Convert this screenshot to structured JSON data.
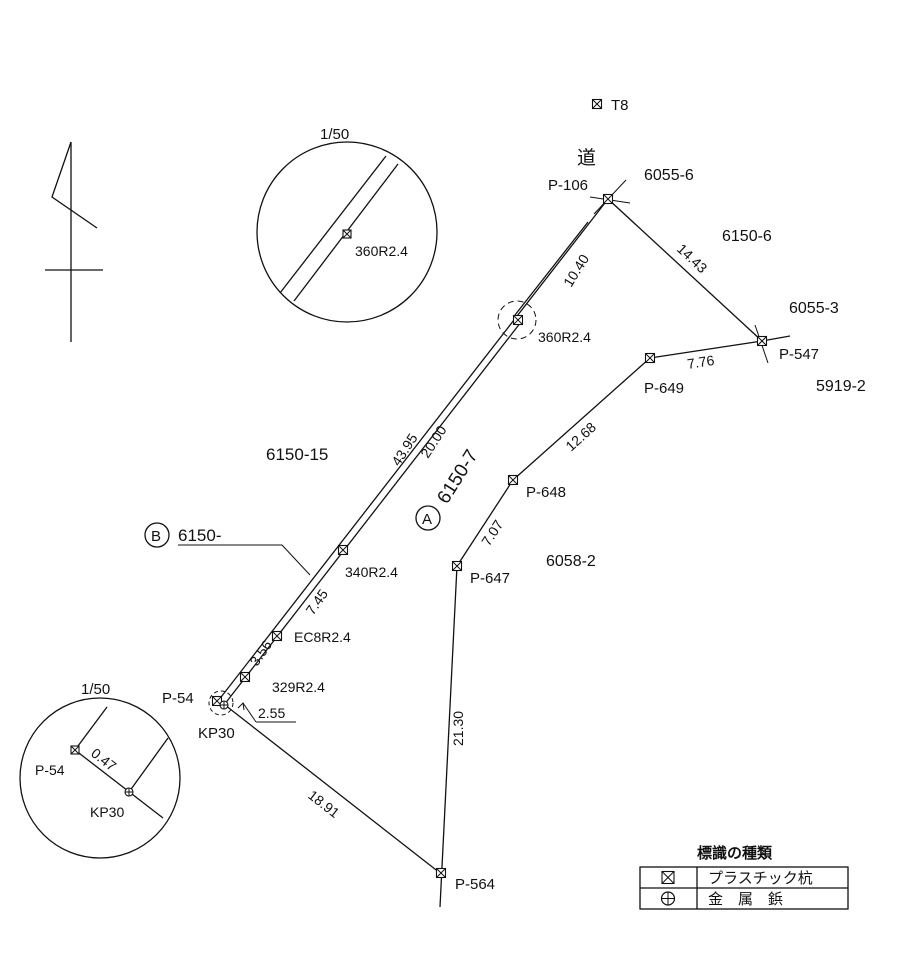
{
  "labels": {
    "t8": "T8",
    "road": "道",
    "p106": "P-106",
    "p547": "P-547",
    "p649": "P-649",
    "p648": "P-648",
    "p647": "P-647",
    "p564": "P-564",
    "p54": "P-54",
    "kp30": "KP30",
    "m360a": "360R2.4",
    "m340": "340R2.4",
    "ec8": "EC8R2.4",
    "m329": "329R2.4",
    "lot_6055_6": "6055-6",
    "lot_6150_6": "6150-6",
    "lot_6055_3": "6055-3",
    "lot_5919_2": "5919-2",
    "lot_6150_15": "6150-15",
    "lot_6150_7": "6150-7",
    "lot_6058_2": "6058-2",
    "lot_6150_b": "6150-",
    "circle_a": "A",
    "circle_b": "B"
  },
  "distances": {
    "d1040": "10.40",
    "d1443": "14.43",
    "d776": "7.76",
    "d1268": "12.68",
    "d707": "7.07",
    "d2130": "21.30",
    "d1891": "18.91",
    "d4395": "43.95",
    "d2000": "20.00",
    "d745": "7.45",
    "d356": "3.56",
    "d255": "2.55"
  },
  "inset_top": {
    "scale": "1/50",
    "label": "360R2.4"
  },
  "inset_bottom": {
    "scale": "1/50",
    "p54": "P-54",
    "kp30": "KP30",
    "dist": "0.47"
  },
  "legend": {
    "title": "標識の種類",
    "rows": [
      {
        "symbol": "plastic-stake",
        "label": "プラスチック杭"
      },
      {
        "symbol": "metal-rivet",
        "label": "金　属　鋲"
      }
    ]
  }
}
